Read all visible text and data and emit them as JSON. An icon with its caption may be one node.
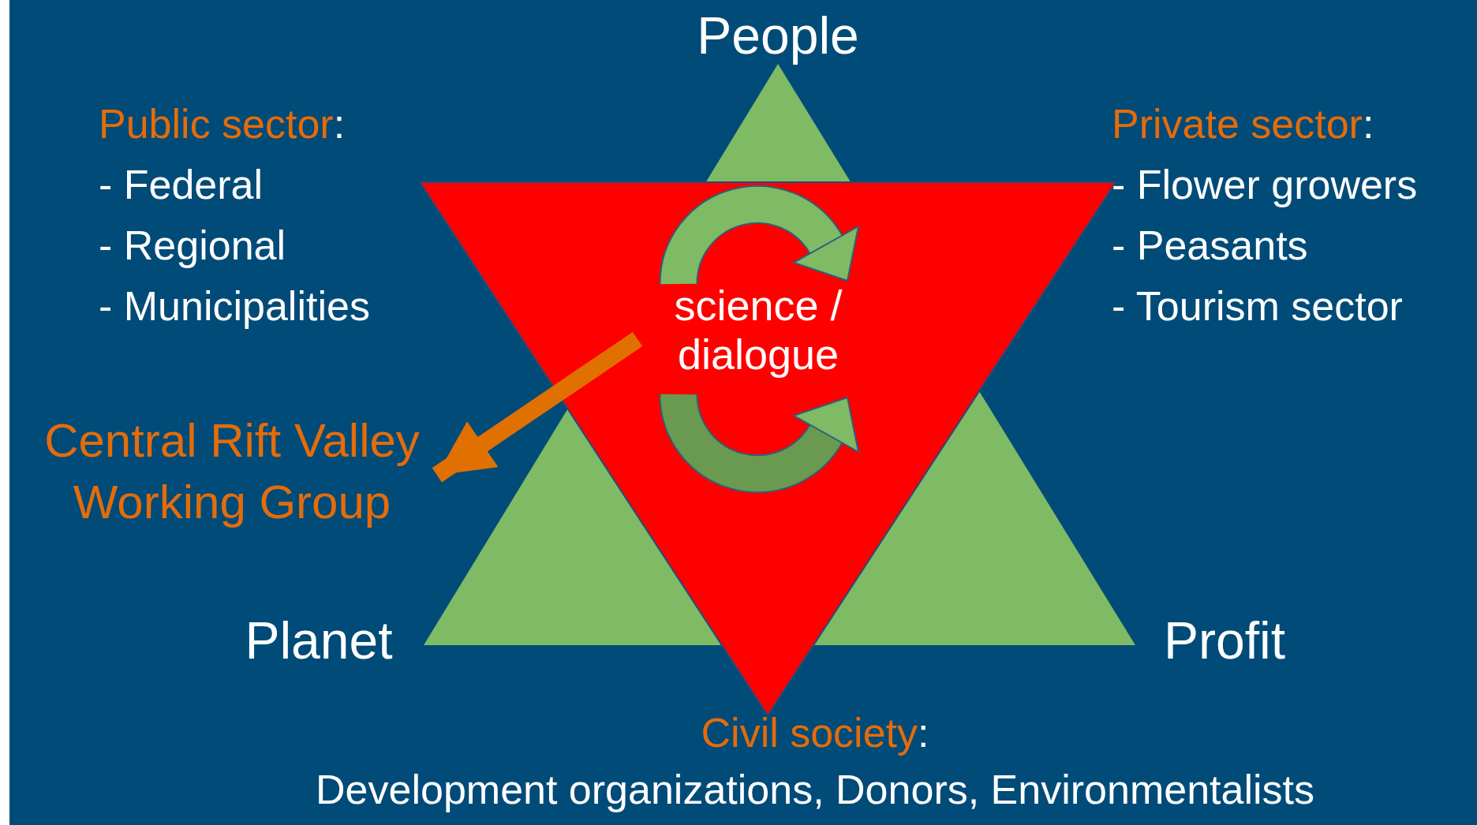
{
  "diagram": {
    "nodes": [
      {
        "text": [
          "science / dialogue"
        ]
      },
      {
        "text": [
          "Central Rift Valley Working Group"
        ]
      }
    ],
    "edges": [
      {
        "from": 0,
        "to": 1,
        "arrow": "to"
      }
    ],
    "labels": [
      "People",
      "Public sector:",
      "- Federal",
      "- Regional",
      "- Municipalities",
      "Private sector:",
      "- Flower growers",
      "- Peasants",
      "- Tourism sector",
      "Planet",
      "Profit",
      "Civil society:",
      "Development organizations, Donors, Environmentalists"
    ]
  }
}
